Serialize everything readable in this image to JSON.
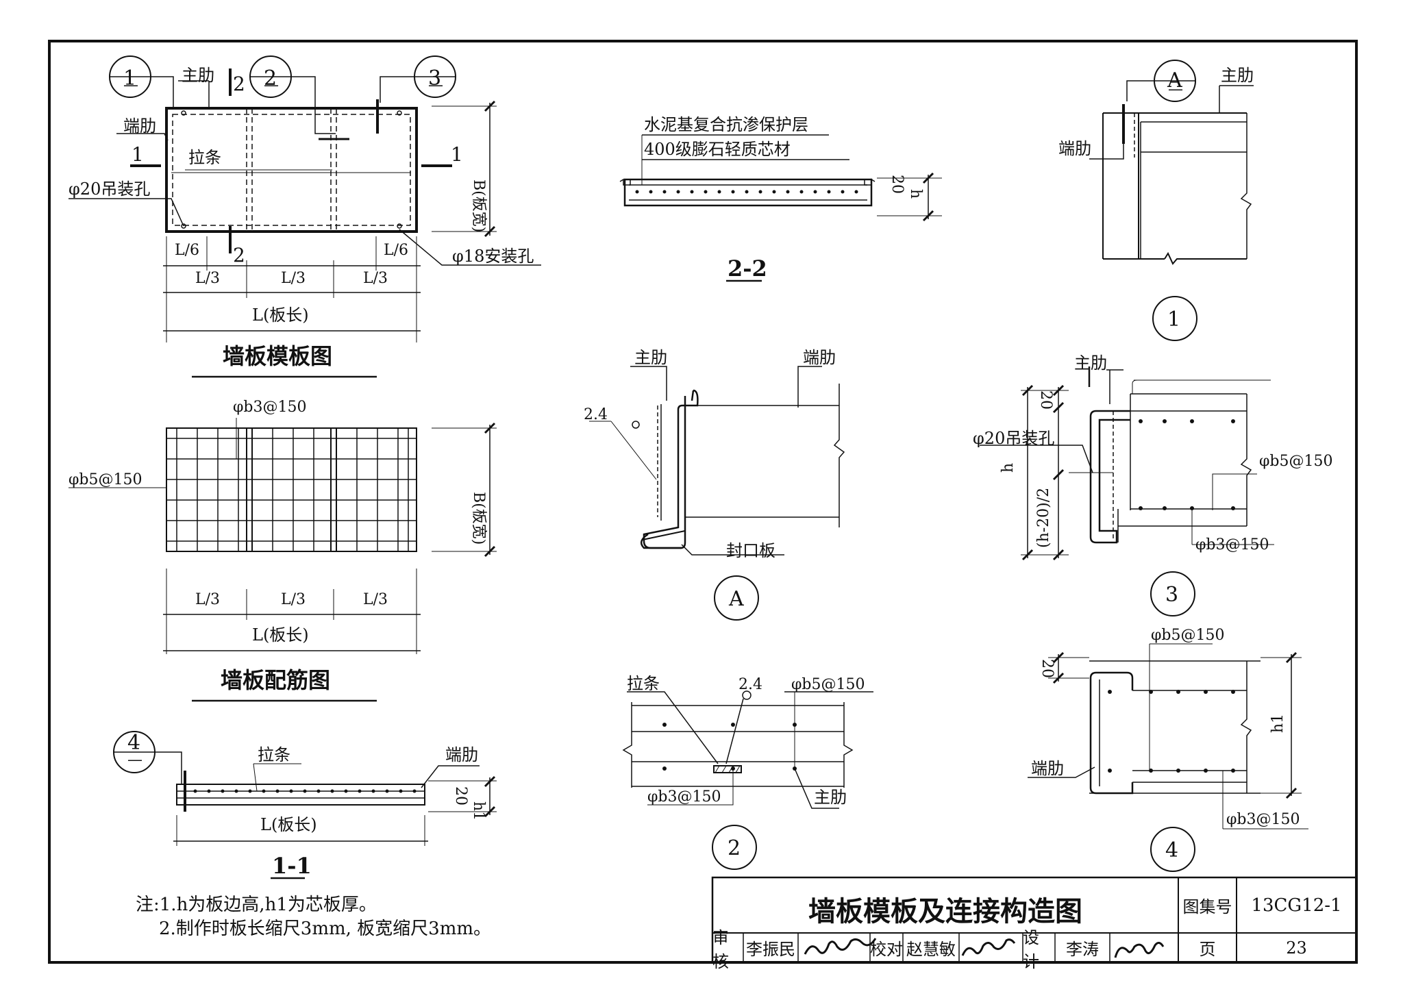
{
  "labels": {
    "main_rib": "主肋",
    "end_rib": "端肋",
    "tie_bar": "拉条",
    "lift_hole": "φ20吊装孔",
    "install_hole": "φ18安装孔",
    "panel_width": "B(板宽)",
    "panel_length": "L(板长)",
    "l6": "L/6",
    "l3": "L/3",
    "sec1": "1",
    "sec2": "2",
    "c1": "1",
    "c2": "2",
    "c3": "3",
    "c4": "4",
    "cA": "A",
    "dash": "—",
    "bar_b3": "φb3@150",
    "bar_b5": "φb5@150",
    "h": "h",
    "h1": "h1",
    "dim20": "20",
    "dim24": "2.4",
    "half_h": "(h-20)/2",
    "seal_plate": "封口板",
    "layer1": "水泥基复合抗渗保护层",
    "layer2": "400级膨石轻质芯材"
  },
  "titles": {
    "formwork": "墙板模板图",
    "rebar": "墙板配筋图",
    "sec22": "2-2",
    "sec11": "1-1"
  },
  "notes": {
    "n1": "注:1.h为板边高,h1为芯板厚。",
    "n2": "2.制作时板长缩尺3mm, 板宽缩尺3mm。"
  },
  "title_block": {
    "drawing_title": "墙板模板及连接构造图",
    "atlas_label": "图集号",
    "atlas_no": "13CG12-1",
    "review_label": "审核",
    "reviewer": "李振民",
    "check_label": "校对",
    "checker": "赵慧敏",
    "design_label": "设计",
    "designer": "李涛",
    "page_label": "页",
    "page_no": "23"
  }
}
